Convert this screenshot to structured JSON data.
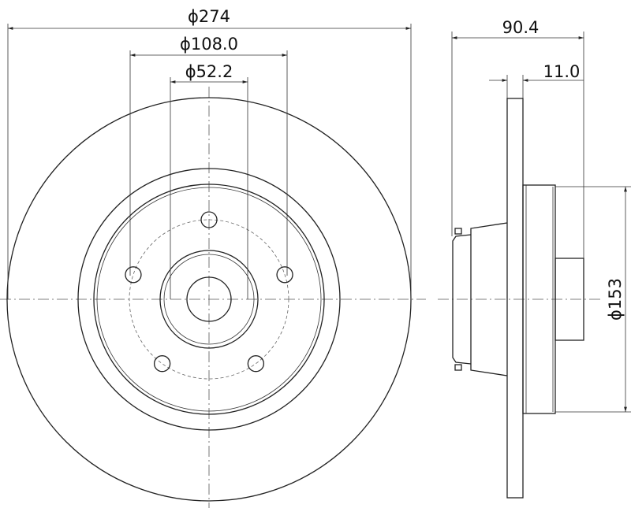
{
  "drawing": {
    "color": "#222222",
    "front_view": {
      "dimensions": {
        "outer_diameter": "ϕ274",
        "bolt_circle_diameter": "ϕ108.0",
        "center_bore_diameter": "ϕ52.2"
      },
      "bolt_holes": 5
    },
    "side_view": {
      "dimensions": {
        "total_height": "90.4",
        "disc_thickness": "11.0",
        "hat_diameter": "ϕ153"
      }
    }
  }
}
